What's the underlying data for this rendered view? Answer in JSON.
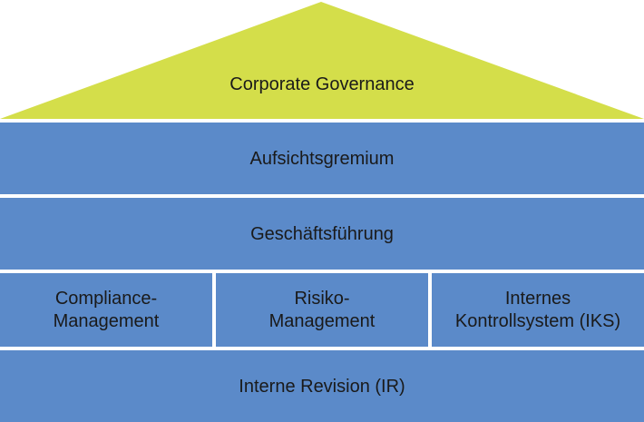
{
  "roof": {
    "label": "Corporate Governance",
    "color": "#d4de4a"
  },
  "layers": {
    "aufsichtsgremium": "Aufsichtsgremium",
    "geschaeftsfuehrung": "Geschäftsführung",
    "interne_revision": "Interne Revision (IR)"
  },
  "pillars": {
    "compliance": {
      "line1": "Compliance-",
      "line2": "Management"
    },
    "risiko": {
      "line1": "Risiko-",
      "line2": "Management"
    },
    "iks": {
      "line1": "Internes",
      "line2": "Kontrollsystem (IKS)"
    }
  },
  "colors": {
    "block": "#5b8ac9",
    "roof": "#d4de4a",
    "separator": "#ffffff"
  }
}
